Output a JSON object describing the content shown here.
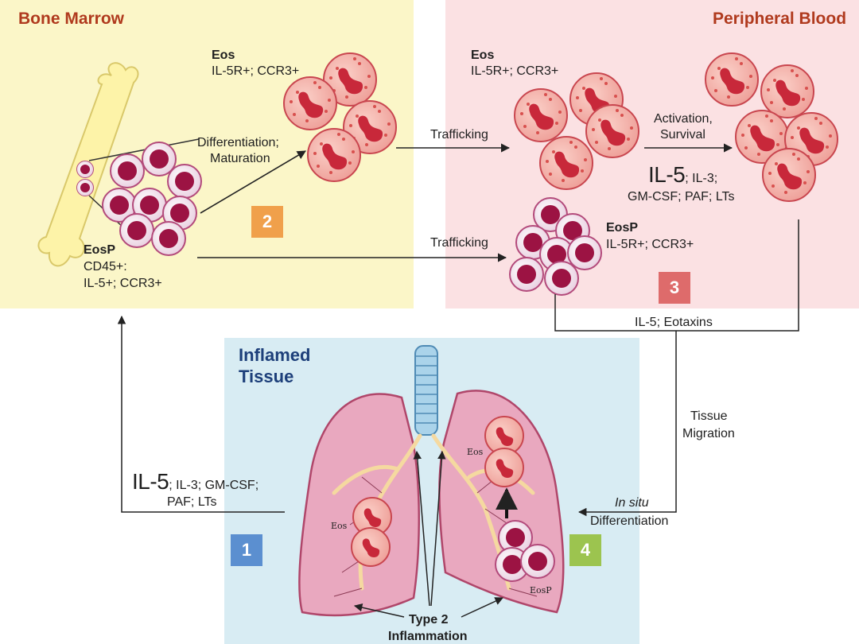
{
  "bone_marrow": {
    "title": "Bone Marrow",
    "eos_label": "Eos",
    "eos_markers": "IL-5R+; CCR3+",
    "differentiation": "Differentiation;",
    "maturation": "Maturation",
    "eosp_label": "EosP",
    "eosp_markers_1": "CD45+:",
    "eosp_markers_2": "IL-5+; CCR3+",
    "step": "2"
  },
  "peripheral_blood": {
    "title": "Peripheral Blood",
    "eos_label": "Eos",
    "eos_markers": "IL-5R+; CCR3+",
    "trafficking_1": "Trafficking",
    "trafficking_2": "Trafficking",
    "activation": "Activation,",
    "survival": "Survival",
    "il5_big": "IL-5",
    "il5_rest": "; IL-3;",
    "factors_2": "GM-CSF; PAF; LTs",
    "eosp_label": "EosP",
    "eosp_markers": "IL-5R+; CCR3+",
    "step": "3",
    "bracket_label": "IL-5; Eotaxins"
  },
  "tissue": {
    "title_1": "Inflamed",
    "title_2": "Tissue",
    "tissue_migration_1": "Tissue",
    "tissue_migration_2": "Migration",
    "insitu_1": "In situ",
    "insitu_2": "Differentiation",
    "il5_big": "IL-5",
    "il5_rest": "; IL-3; GM-CSF;",
    "factors_2": "PAF; LTs",
    "step_1": "1",
    "step_4": "4",
    "type2_1": "Type 2",
    "type2_2": "Inflammation",
    "lung_eos_left": "Eos",
    "lung_eos_right": "Eos",
    "lung_eosp": "EosP"
  },
  "colors": {
    "bone_marrow_bg": "#fbf6c8",
    "peripheral_bg": "#fbe1e3",
    "tissue_bg": "#d8ecf3",
    "title_red": "#b03a1e",
    "step_2": "#f0a04b",
    "step_3": "#de6b6b",
    "step_1": "#5b8fd0",
    "step_4": "#9cc44f",
    "eos_cell": "#f3a9a4",
    "eos_nucleus": "#c8283a",
    "eosp_nucleus": "#9c1343"
  }
}
